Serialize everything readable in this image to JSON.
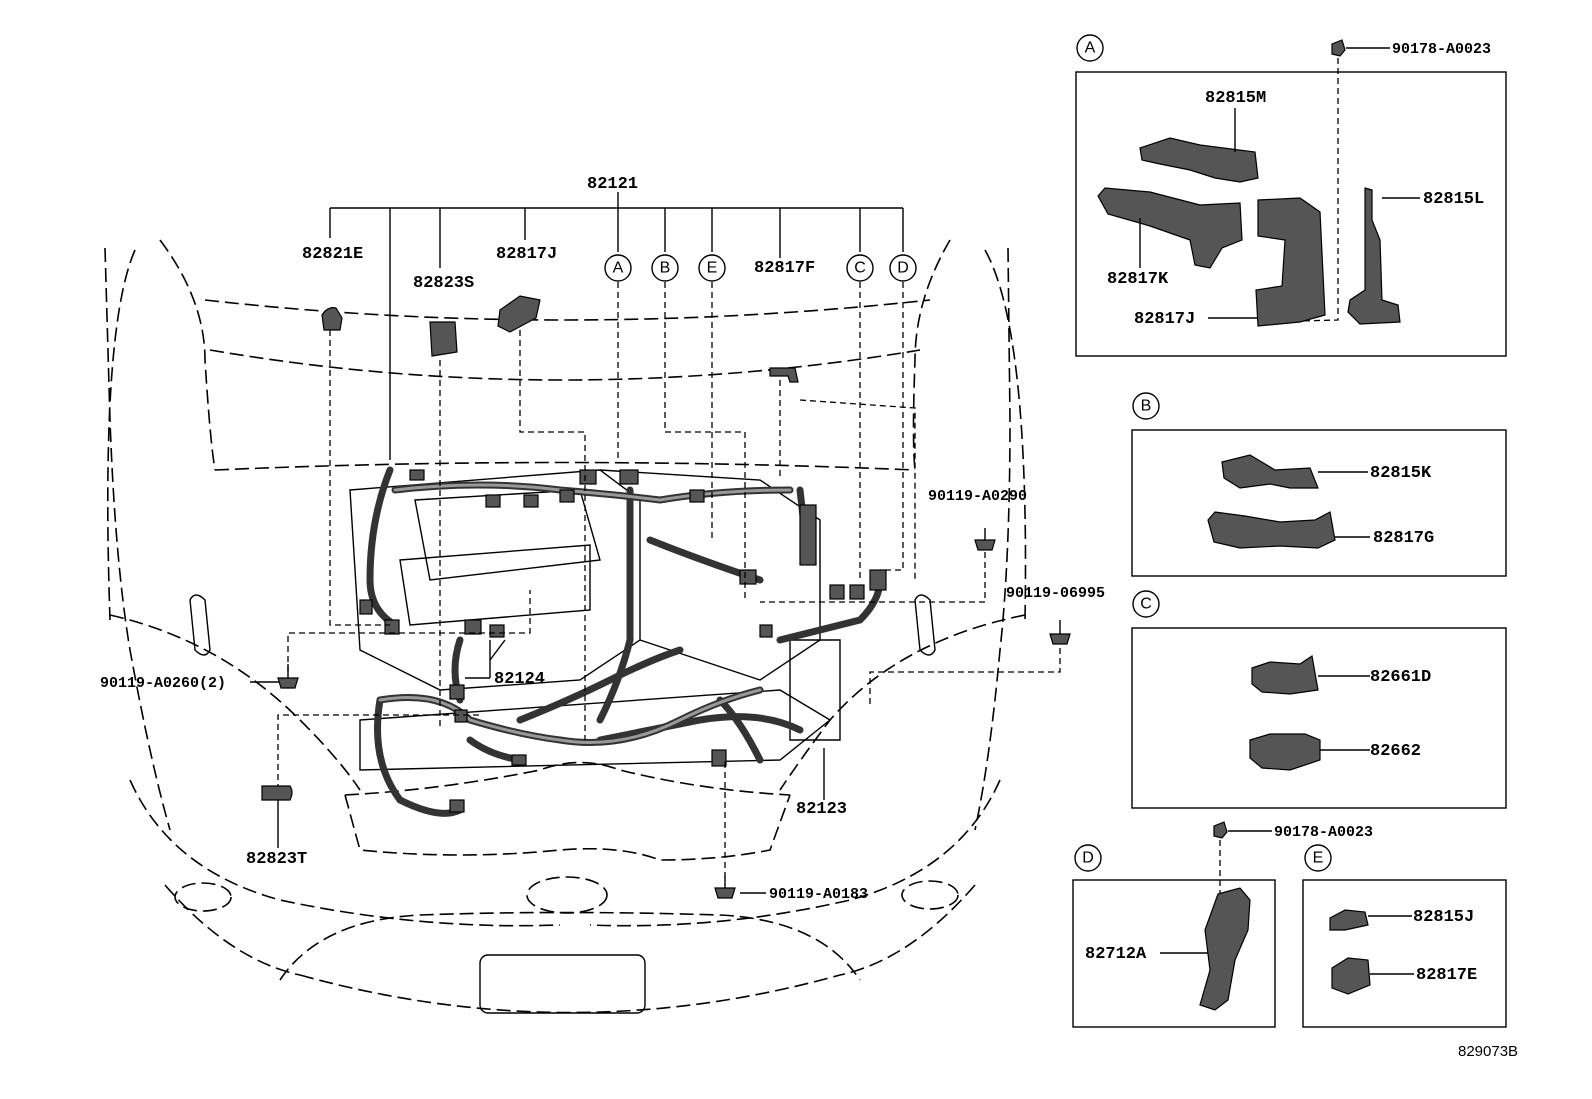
{
  "figure_id": "829073B",
  "main": {
    "labels": {
      "harness_main": "82121",
      "p82821E": "82821E",
      "p82823S": "82823S",
      "p82817J": "82817J",
      "p82817F": "82817F",
      "p82124": "82124",
      "p82123": "82123",
      "p82823T": "82823T",
      "b90119A0290": "90119-A0290",
      "b9011906995": "90119-06995",
      "b90119A0260": "90119-A0260(2)",
      "b90119A0183": "90119-A0183"
    },
    "callouts": [
      "A",
      "B",
      "E",
      "C",
      "D"
    ]
  },
  "insets": {
    "A": {
      "letter": "A",
      "clip_label": "90178-A0023",
      "parts": [
        "82815M",
        "82815L",
        "82817K",
        "82817J"
      ]
    },
    "B": {
      "letter": "B",
      "parts": [
        "82815K",
        "82817G"
      ]
    },
    "C": {
      "letter": "C",
      "parts": [
        "82661D",
        "82662"
      ]
    },
    "D": {
      "letter": "D",
      "clip_label": "90178-A0023",
      "parts": [
        "82712A"
      ]
    },
    "E": {
      "letter": "E",
      "parts": [
        "82815J",
        "82817E"
      ]
    }
  }
}
